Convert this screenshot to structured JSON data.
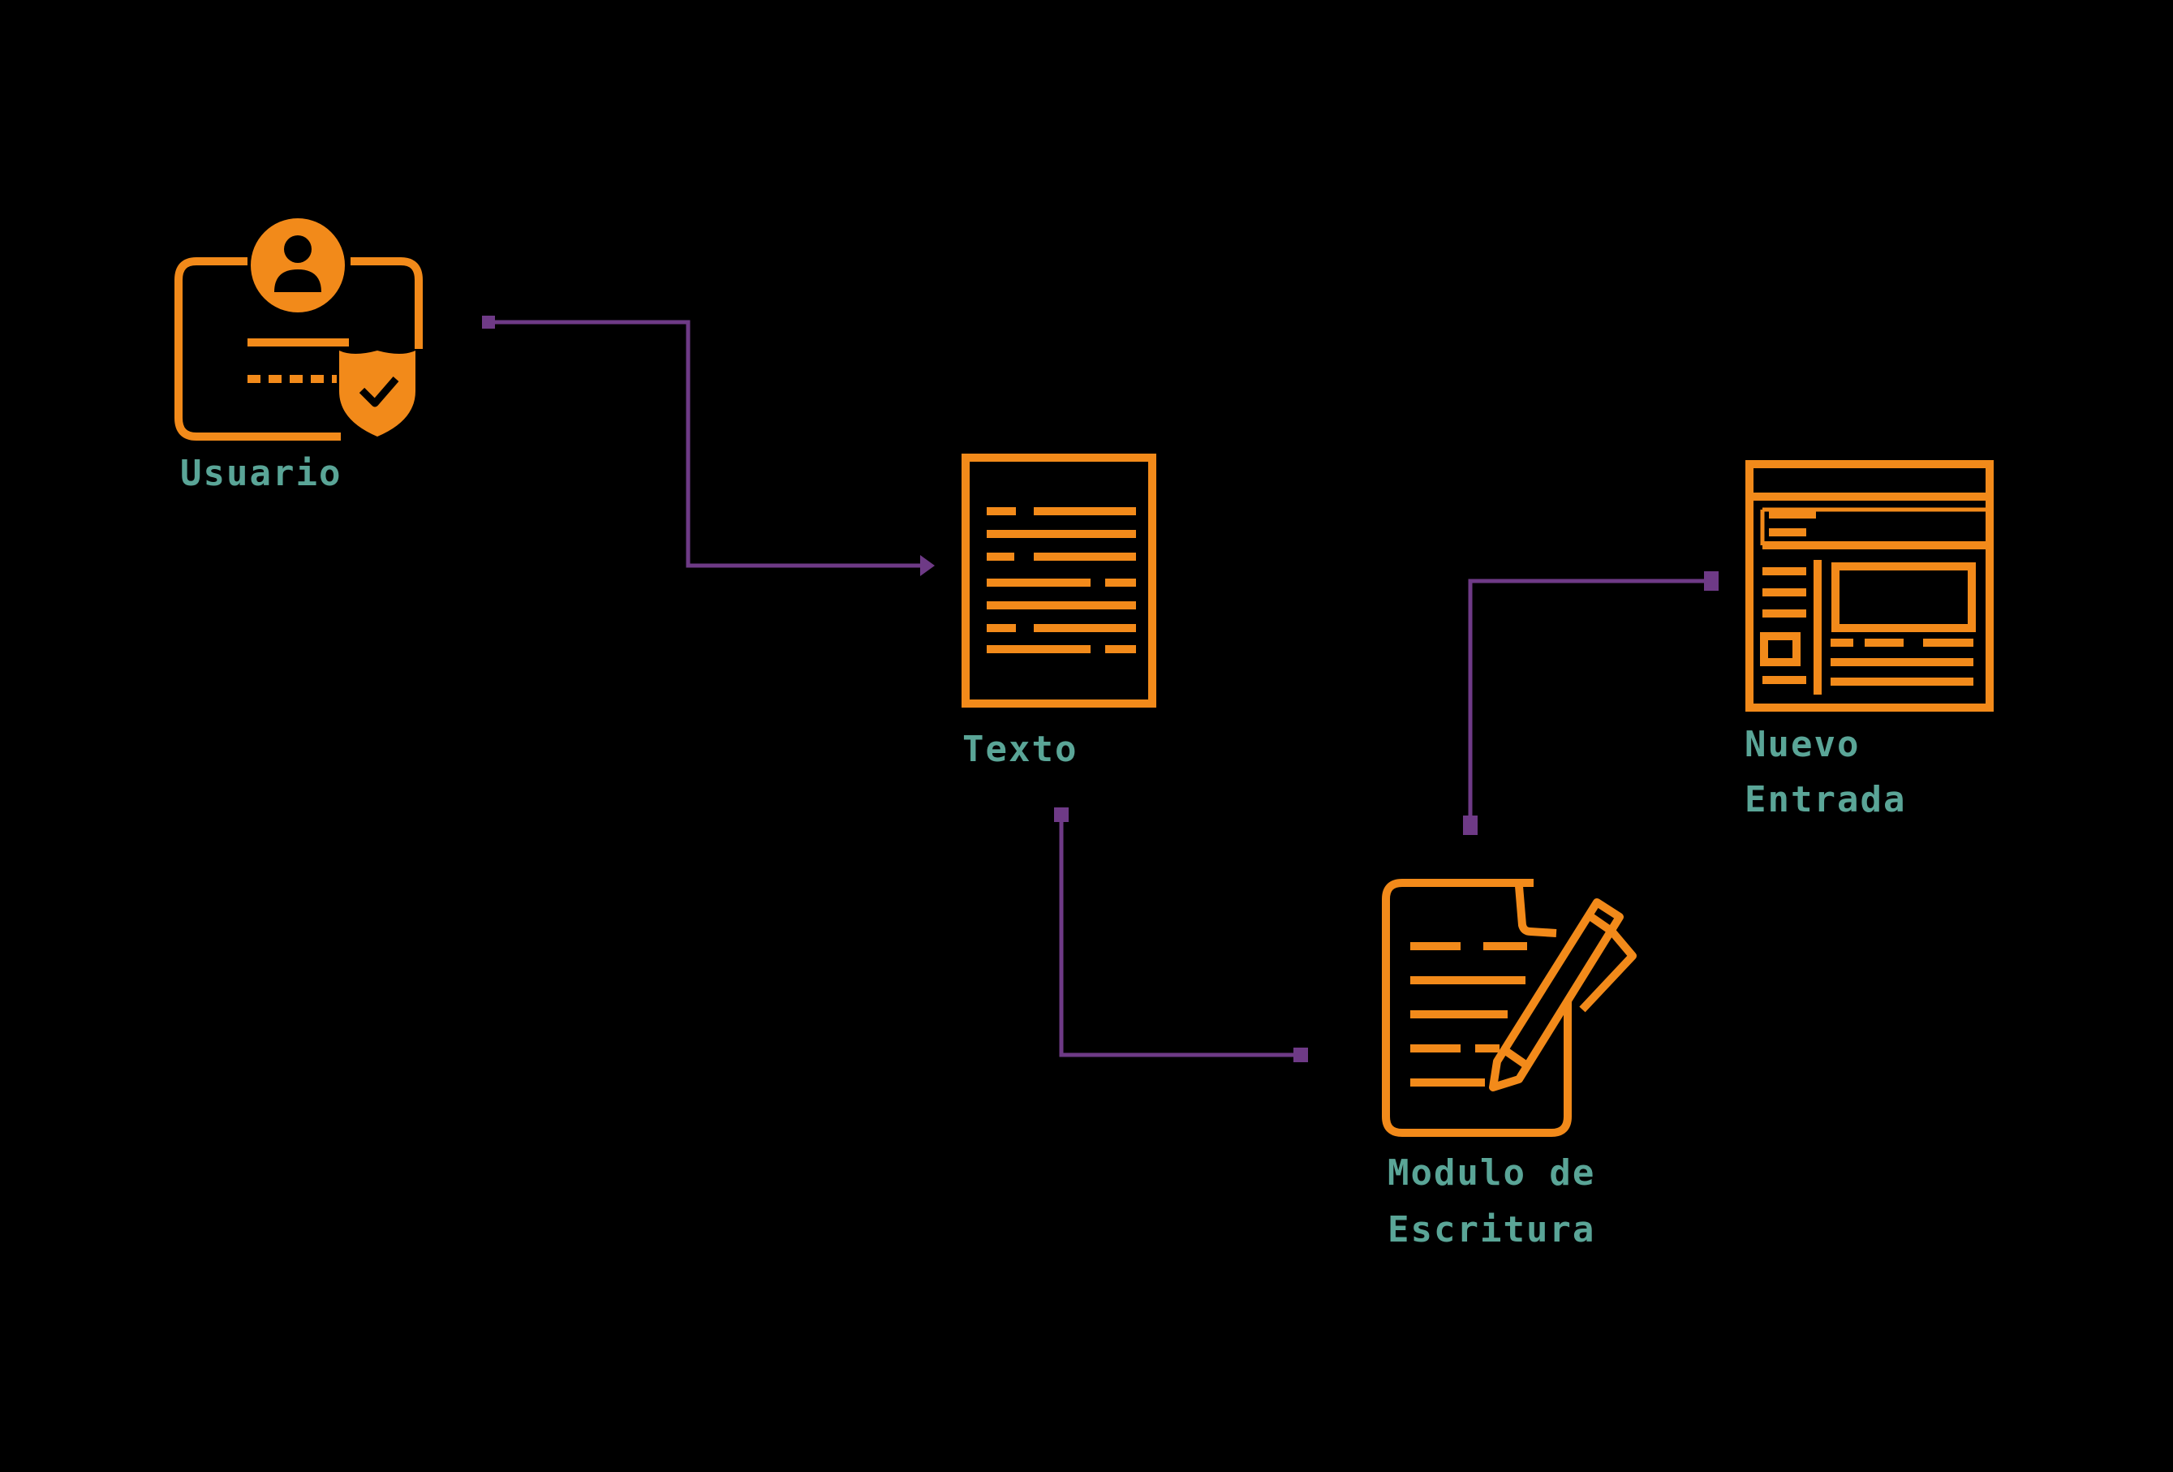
{
  "diagram": {
    "colors": {
      "background": "#000000",
      "icon": "#f28a1a",
      "connector": "#6e3a86",
      "label": "#5aa597"
    },
    "nodes": [
      {
        "id": "usuario",
        "icon": "user-id-card-shield-icon",
        "label_lines": [
          "Usuario"
        ]
      },
      {
        "id": "texto",
        "icon": "text-document-icon",
        "label_lines": [
          "Texto"
        ]
      },
      {
        "id": "modulo",
        "icon": "document-pen-icon",
        "label_lines": [
          "Modulo de",
          "Escritura"
        ]
      },
      {
        "id": "entrada",
        "icon": "webpage-layout-icon",
        "label_lines": [
          "Nuevo",
          "Entrada"
        ]
      }
    ],
    "edges": [
      {
        "from": "usuario",
        "to": "texto"
      },
      {
        "from": "texto",
        "to": "modulo"
      },
      {
        "from": "modulo",
        "to": "entrada"
      }
    ]
  }
}
